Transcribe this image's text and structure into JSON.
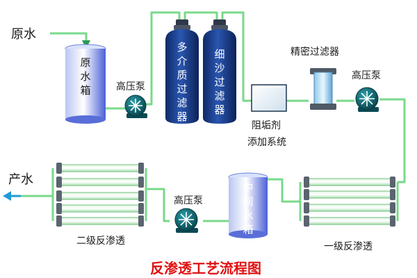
{
  "diagram": {
    "title": "反渗透工艺流程图",
    "inlet_label": "原水",
    "outlet_label": "产水",
    "raw_water_tank": "原水箱",
    "high_pressure_pump_1": "高压泵",
    "multimedia_filter": "多介质过滤器",
    "sand_filter": "细沙过滤器",
    "antiscalant_line1": "阻垢剂",
    "antiscalant_line2": "添加系统",
    "precision_filter": "精密过滤器",
    "high_pressure_pump_2": "高压泵",
    "high_pressure_pump_3": "高压泵",
    "intermediate_tank": "中间水箱",
    "first_stage_ro": "一级反渗透",
    "second_stage_ro": "二级反渗透",
    "colors": {
      "pipe": "#79d98a",
      "title": "#e01010",
      "vessel": "#1d3f86",
      "pump": "#0e6470",
      "arrow_in": "#2a9a55",
      "arrow_out": "#1e9bd8"
    }
  }
}
